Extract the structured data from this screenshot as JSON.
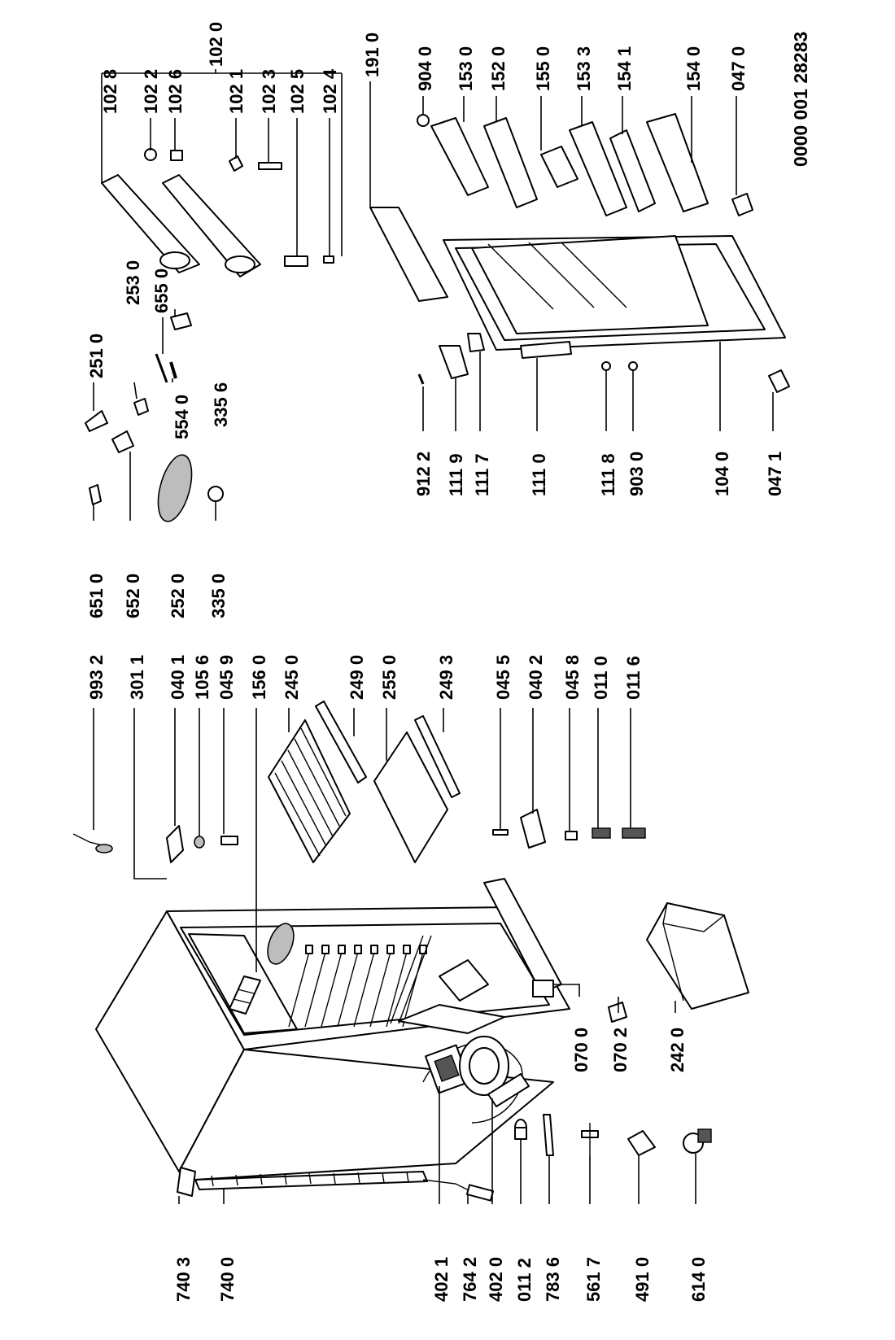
{
  "document": {
    "reference_number": "0000 001 28283"
  },
  "part_labels": {
    "p7403": "740 3",
    "p7400": "740 0",
    "p4021": "402 1",
    "p7642": "764 2",
    "p4020": "402 0",
    "p0112": "011 2",
    "p7836": "783 6",
    "p5617": "561 7",
    "p4910": "491 0",
    "p6140": "614 0",
    "p0700": "070 0",
    "p0702": "070 2",
    "p2420": "242 0",
    "p9932": "993 2",
    "p3011": "301 1",
    "p0401": "040 1",
    "p1056": "105 6",
    "p0459": "045 9",
    "p1560": "156 0",
    "p2450": "245 0",
    "p2490": "249 0",
    "p2550": "255 0",
    "p2493": "249 3",
    "p0455": "045 5",
    "p0402": "040 2",
    "p0458": "045 8",
    "p0110": "011 0",
    "p0116": "011 6",
    "p6510": "651 0",
    "p6520": "652 0",
    "p2520": "252 0",
    "p3350": "335 0",
    "p2510": "251 0",
    "p5540": "554 0",
    "p6550": "655 0",
    "p3356": "335 6",
    "p2530": "253 0",
    "p1020": "102 0",
    "p1028": "102 8",
    "p1022": "102 2",
    "p1026": "102 6",
    "p1021": "102 1",
    "p1023": "102 3",
    "p1025": "102 5",
    "p1024": "102 4",
    "p9122": "912 2",
    "p1119": "111 9",
    "p1117": "111 7",
    "p1110": "111 0",
    "p1118": "111 8",
    "p9030": "903 0",
    "p1040": "104 0",
    "p0471": "047 1",
    "p1910": "191 0",
    "p9040": "904 0",
    "p1530": "153 0",
    "p1520": "152 0",
    "p1550": "155 0",
    "p1533": "153 3",
    "p1541": "154 1",
    "p1540": "154 0",
    "p0470": "047 0"
  }
}
